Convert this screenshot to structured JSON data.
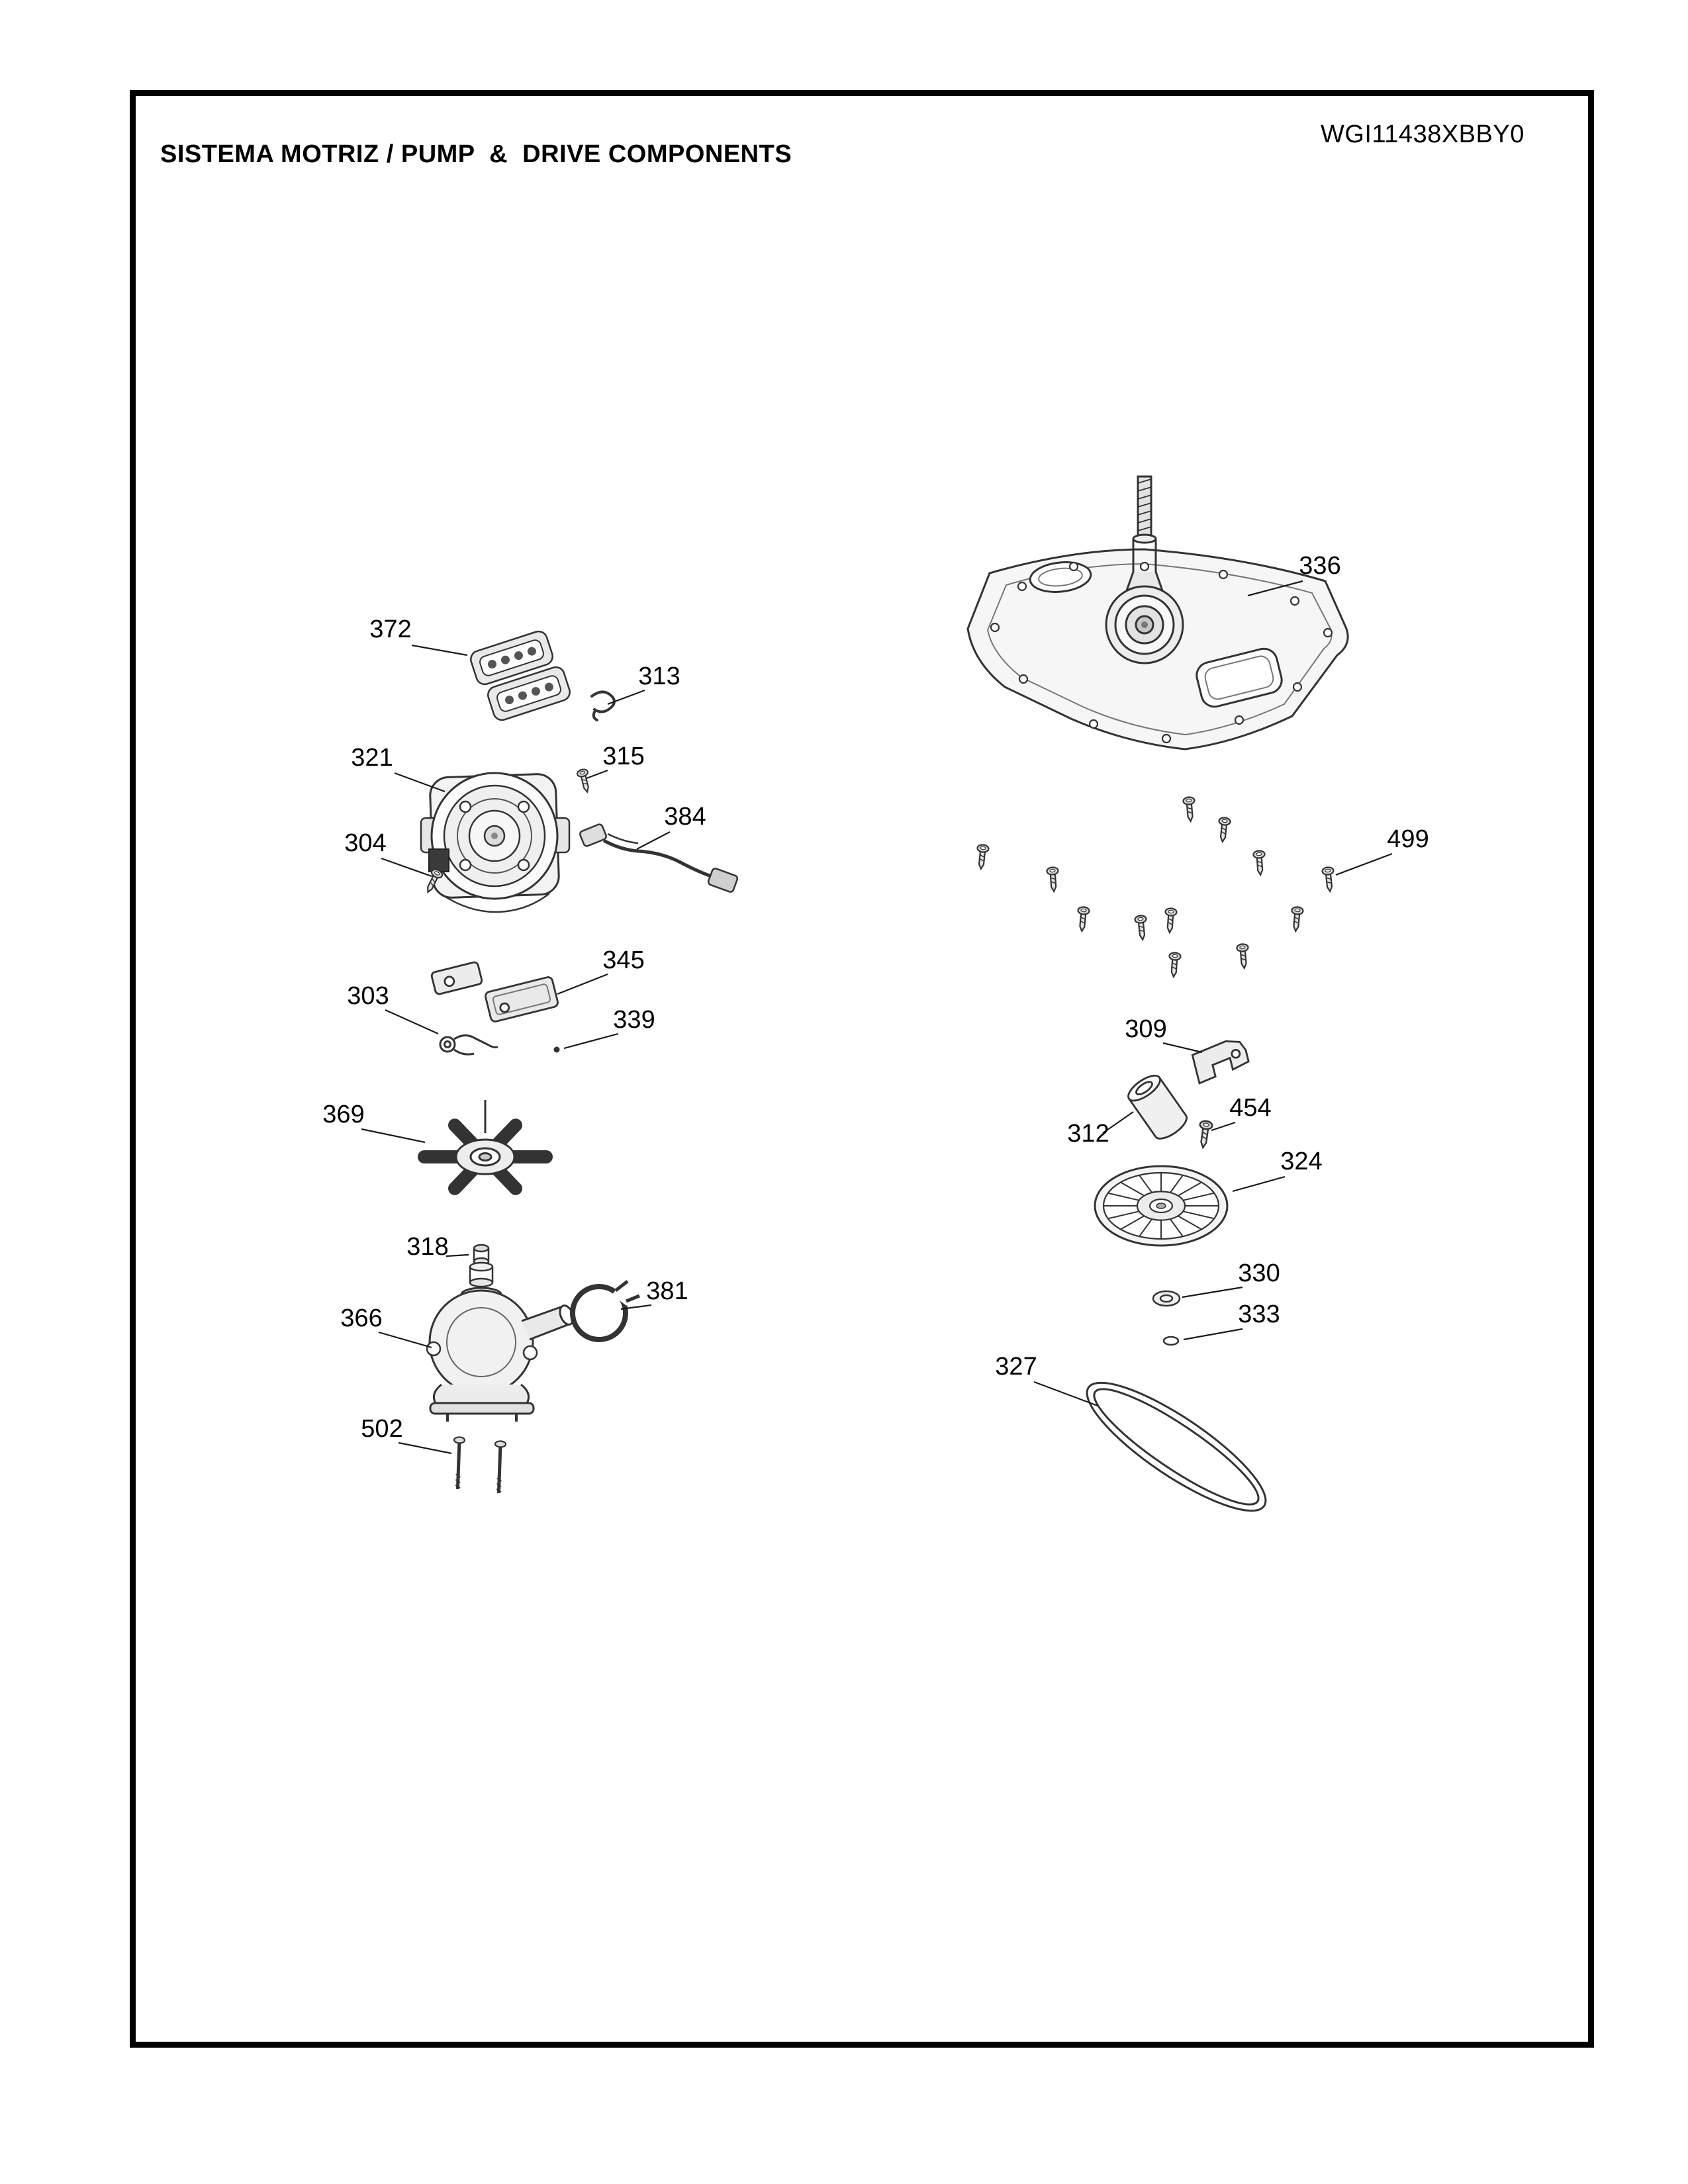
{
  "page": {
    "title": "SISTEMA MOTRIZ / PUMP  &  DRIVE COMPONENTS",
    "model": "WGI11438XBBY0"
  },
  "callouts": {
    "n372": "372",
    "n313": "313",
    "n321": "321",
    "n315": "315",
    "n304": "304",
    "n384": "384",
    "n345": "345",
    "n303": "303",
    "n339": "339",
    "n369": "369",
    "n318": "318",
    "n366": "366",
    "n381": "381",
    "n502": "502",
    "n336": "336",
    "n499": "499",
    "n309": "309",
    "n312": "312",
    "n454": "454",
    "n324": "324",
    "n330": "330",
    "n333": "333",
    "n327": "327"
  },
  "colors": {
    "frame": "#000000",
    "line": "#333333",
    "fill_light": "#ededed"
  }
}
